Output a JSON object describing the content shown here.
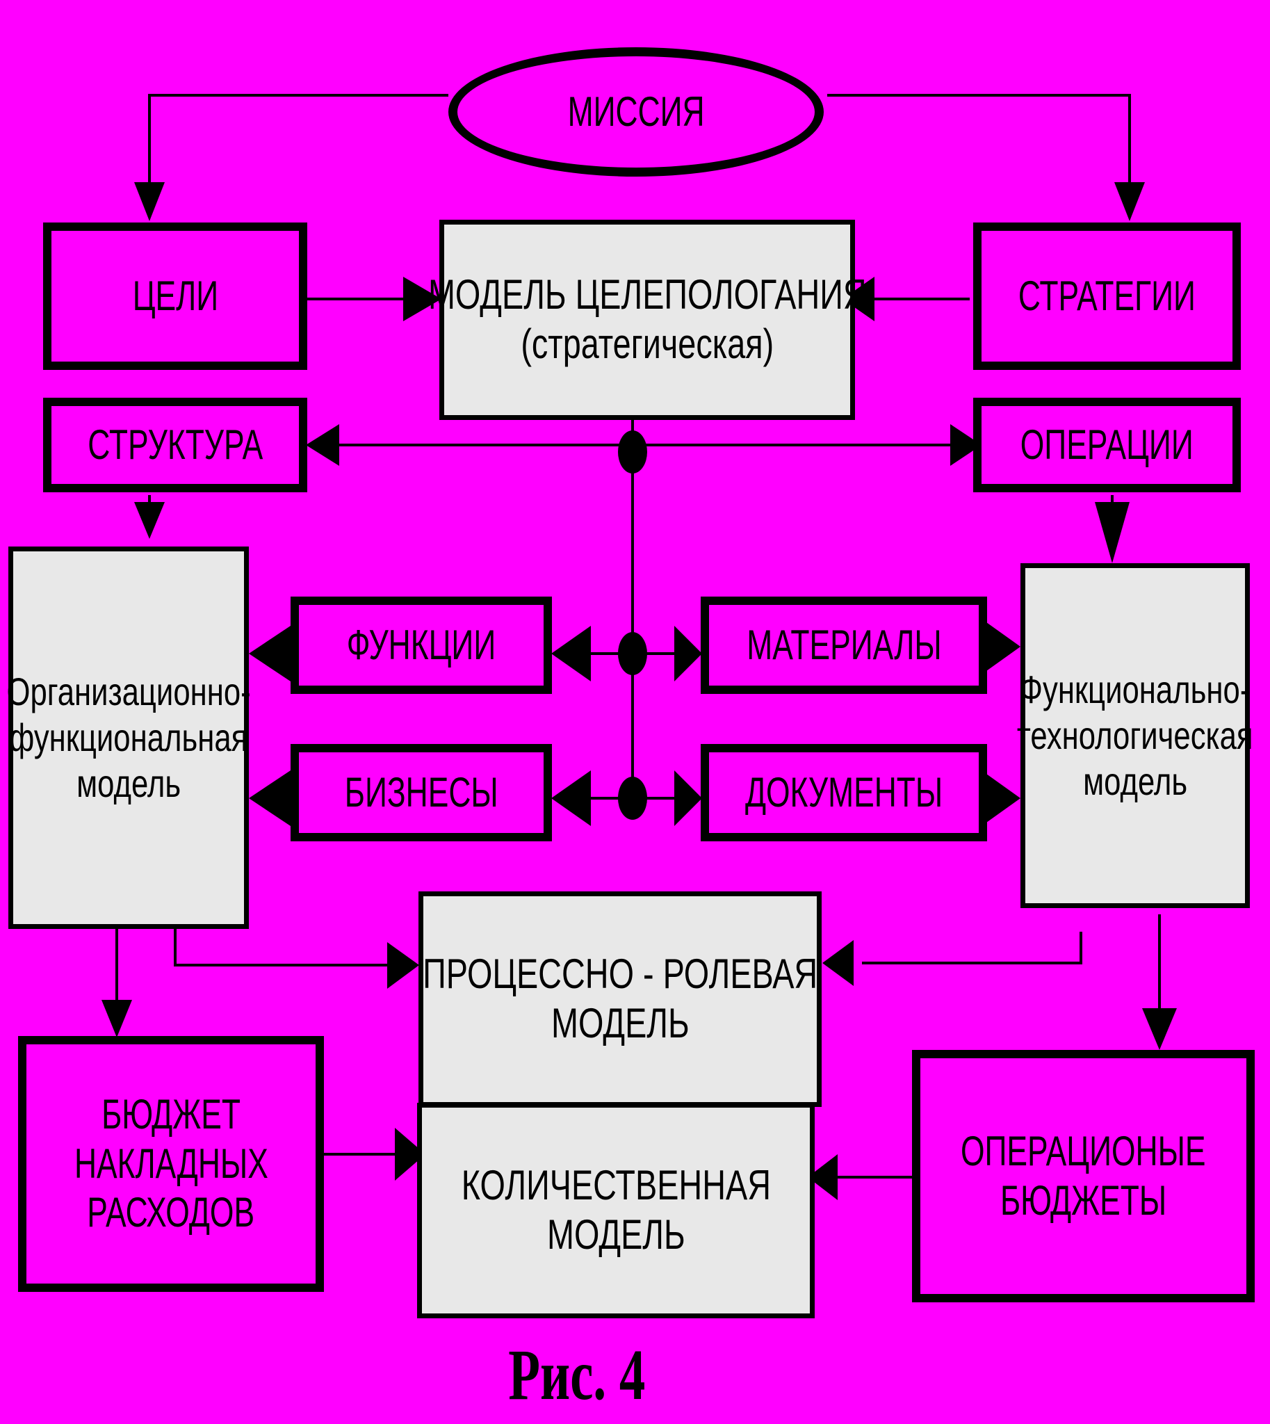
{
  "nodes": {
    "mission": "МИССИЯ",
    "goals": "ЦЕЛИ",
    "goal_model": [
      "МОДЕЛЬ ЦЕЛЕПОЛОГАНИЯ",
      "(стратегическая)"
    ],
    "strategies": "СТРАТЕГИИ",
    "structure": "СТРУКТУРА",
    "operations": "ОПЕРАЦИИ",
    "org_model": [
      "Организационно-",
      "функциональная",
      "модель"
    ],
    "functions": "ФУНКЦИИ",
    "businesses": "БИЗНЕСЫ",
    "materials": "МАТЕРИАЛЫ",
    "documents": "ДОКУМЕНТЫ",
    "tech_model": [
      "Функционально-",
      "технологическая",
      "модель"
    ],
    "process_model": [
      "ПРОЦЕССНО - РОЛЕВАЯ",
      "МОДЕЛЬ"
    ],
    "overhead_budget": [
      "БЮДЖЕТ",
      "НАКЛАДНЫХ",
      "РАСХОДОВ"
    ],
    "quant_model": [
      "КОЛИЧЕСТВЕННАЯ",
      "МОДЕЛЬ"
    ],
    "op_budgets": [
      "ОПЕРАЦИОНЫЕ",
      "БЮДЖЕТЫ"
    ]
  },
  "caption": "Рис. 4",
  "colors": {
    "background": "#ff00ff",
    "box_gray": "#e8e8e8",
    "line": "#000000"
  }
}
